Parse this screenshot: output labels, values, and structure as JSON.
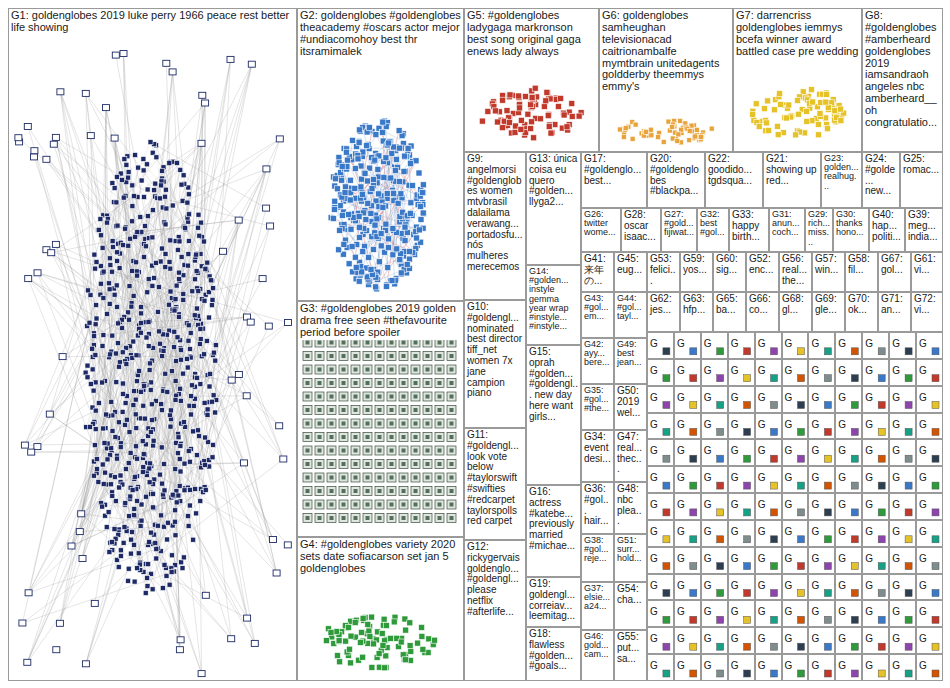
{
  "diagram": {
    "nodes": [
      {
        "text": [
          "G1: goldenglobes 2019 luke perry 1966 peace rest better life showing"
        ]
      },
      {
        "text": [
          "G2: goldenglobes #goldenglobes theacademy #oscars actor mejor #undiacomohoy best thr itsramimalek"
        ]
      },
      {
        "text": [
          "G3: #goldenglobes 2019 golden drama free seen #thefavourite period before spoiler"
        ]
      },
      {
        "text": [
          "G4: #goldenglobes variety 2020 sets date sofiacarson set jan 5 goldenglobes"
        ]
      },
      {
        "text": [
          "G5: #goldenglobes ladygaga markronson best song original gaga enews lady always"
        ]
      },
      {
        "text": [
          "G6: goldenglobes samheughan televisionacad caitrionambalfe mymtbrain unitedagents goldderby theemmys emmy's"
        ]
      },
      {
        "text": [
          "G7: darrencriss goldenglobes iemmys bcefa winner award battled case pre wedding"
        ]
      },
      {
        "text": [
          "G8: #goldenglobes #amberheard goldenglobes 2019 iamsandraoh angeles nbc amberheard__ oh congratulatio..."
        ]
      },
      {
        "text": [
          "G9: angelmorsi #goldenglobes women mtvbrasil dalailama verawang... portadosfu... nós mulheres merecemos"
        ]
      },
      {
        "text": [
          "G10: #goldengl... nominated best director tiff_net women 7x jane campion piano"
        ]
      },
      {
        "text": [
          "G11: #goldengl... look vote below #taylorswift #swifties #redcarpet taylorspolls red carpet"
        ]
      },
      {
        "text": [
          "G12: rickygervais goldenglo... #goldengl... please netflix #afterlife..."
        ]
      },
      {
        "text": [
          "G13: única coisa eu quero #golden... llyga2..."
        ]
      },
      {
        "text": [
          "G14: #golden... instyle gemma year wrap #instyle... #instyle..."
        ]
      },
      {
        "text": [
          "G15: oprah #golden... #goldengl... new day here want girls..."
        ]
      },
      {
        "text": [
          "G16: actress #katebe... previously married #michae..."
        ]
      },
      {
        "text": [
          "G19: goldengl... correiav... leemitag..."
        ]
      },
      {
        "text": [
          "G18: flawless #golden... #goals..."
        ]
      },
      {
        "text": [
          "G17: #goldenglo... best..."
        ]
      },
      {
        "text": [
          "G20: #goldenglobes #blackpa..."
        ]
      },
      {
        "text": [
          "G22: goodido... tgdsqua..."
        ]
      },
      {
        "text": [
          "G21: showing up red..."
        ]
      },
      {
        "text": [
          "G23: golden... realhug..."
        ]
      },
      {
        "text": [
          "G24: #golde... new..."
        ]
      },
      {
        "text": [
          "G25: romac..."
        ]
      },
      {
        "text": [
          "G26: twitter wome..."
        ]
      },
      {
        "text": [
          "G28: oscar isaac..."
        ]
      },
      {
        "text": [
          "G27: #gold... fijiwat..."
        ]
      },
      {
        "text": [
          "G32: best #gol..."
        ]
      },
      {
        "text": [
          "G33: happy birth..."
        ]
      },
      {
        "text": [
          "G31: anun... coch..."
        ]
      },
      {
        "text": [
          "G29: rich... miss..."
        ]
      },
      {
        "text": [
          "G30: thanks hono..."
        ]
      },
      {
        "text": [
          "G40: hap... politi..."
        ]
      },
      {
        "text": [
          "G39: meg... india..."
        ]
      },
      {
        "text": [
          "G41: 来年 の..."
        ]
      },
      {
        "text": [
          "G45: eug..."
        ]
      },
      {
        "text": [
          "G53: felici..."
        ]
      },
      {
        "text": [
          "G59: yos..."
        ]
      },
      {
        "text": [
          "G60: sig..."
        ]
      },
      {
        "text": [
          "G52: enc..."
        ]
      },
      {
        "text": [
          "G56: real... the..."
        ]
      },
      {
        "text": [
          "G57: win..."
        ]
      },
      {
        "text": [
          "G58: fil..."
        ]
      },
      {
        "text": [
          "G67: gol..."
        ]
      },
      {
        "text": [
          "G61: vi..."
        ]
      },
      {
        "text": [
          "G43: #gol... em..."
        ]
      },
      {
        "text": [
          "G42: ayy... bere..."
        ]
      },
      {
        "text": [
          "G35: #gol... #the..."
        ]
      },
      {
        "text": [
          "G34: event desi..."
        ]
      },
      {
        "text": [
          "G36: #gol... hair..."
        ]
      },
      {
        "text": [
          "G38: #gol... reje..."
        ]
      },
      {
        "text": [
          "G37: elsie... a24..."
        ]
      },
      {
        "text": [
          "G46: gold... cam..."
        ]
      },
      {
        "text": [
          "G44: #gol... tayl..."
        ]
      },
      {
        "text": [
          "G49: best jean..."
        ]
      },
      {
        "text": [
          "G50: 2019 wel..."
        ]
      },
      {
        "text": [
          "G47: real... thec..."
        ]
      },
      {
        "text": [
          "G48: nbc plea..."
        ]
      },
      {
        "text": [
          "G51: surr... hold..."
        ]
      },
      {
        "text": [
          "G54: cha..."
        ]
      },
      {
        "text": [
          "G55: put... sa..."
        ]
      },
      {
        "text": [
          "G62: jes..."
        ]
      },
      {
        "text": [
          "G63: hfp..."
        ]
      },
      {
        "text": [
          "G65: ba..."
        ]
      },
      {
        "text": [
          "G66: co..."
        ]
      },
      {
        "text": [
          "G68: gl..."
        ]
      },
      {
        "text": [
          "G69: gle..."
        ]
      },
      {
        "text": [
          "G70: ok..."
        ]
      },
      {
        "text": [
          "G71: an..."
        ]
      },
      {
        "text": [
          "G72: vi..."
        ]
      },
      {
        "text": [
          "G"
        ]
      },
      {
        "text": [
          "G"
        ]
      },
      {
        "text": [
          "G"
        ]
      },
      {
        "text": [
          "G"
        ]
      },
      {
        "text": [
          "G"
        ]
      },
      {
        "text": [
          "G"
        ]
      },
      {
        "text": [
          "G"
        ]
      },
      {
        "text": [
          "G"
        ]
      },
      {
        "text": [
          "G"
        ]
      },
      {
        "text": [
          "G"
        ]
      },
      {
        "text": [
          "G"
        ]
      },
      {
        "text": [
          "G"
        ]
      },
      {
        "text": [
          "G"
        ]
      },
      {
        "text": [
          "G"
        ]
      },
      {
        "text": [
          "G"
        ]
      },
      {
        "text": [
          "G"
        ]
      },
      {
        "text": [
          "G"
        ]
      },
      {
        "text": [
          "G"
        ]
      },
      {
        "text": [
          "G"
        ]
      },
      {
        "text": [
          "G"
        ]
      },
      {
        "text": [
          "G"
        ]
      },
      {
        "text": [
          "G"
        ]
      },
      {
        "text": [
          "G"
        ]
      },
      {
        "text": [
          "G"
        ]
      },
      {
        "text": [
          "G"
        ]
      },
      {
        "text": [
          "G"
        ]
      },
      {
        "text": [
          "G"
        ]
      },
      {
        "text": [
          "G"
        ]
      },
      {
        "text": [
          "G"
        ]
      },
      {
        "text": [
          "G"
        ]
      },
      {
        "text": [
          "G"
        ]
      },
      {
        "text": [
          "G"
        ]
      },
      {
        "text": [
          "G"
        ]
      },
      {
        "text": [
          "G"
        ]
      },
      {
        "text": [
          "G"
        ]
      },
      {
        "text": [
          "G"
        ]
      },
      {
        "text": [
          "G"
        ]
      },
      {
        "text": [
          "G"
        ]
      },
      {
        "text": [
          "G"
        ]
      },
      {
        "text": [
          "G"
        ]
      },
      {
        "text": [
          "G"
        ]
      },
      {
        "text": [
          "G"
        ]
      },
      {
        "text": [
          "G"
        ]
      },
      {
        "text": [
          "G"
        ]
      },
      {
        "text": [
          "G"
        ]
      },
      {
        "text": [
          "G"
        ]
      },
      {
        "text": [
          "G"
        ]
      },
      {
        "text": [
          "G"
        ]
      },
      {
        "text": [
          "G"
        ]
      },
      {
        "text": [
          "G"
        ]
      },
      {
        "text": [
          "G"
        ]
      },
      {
        "text": [
          "G"
        ]
      },
      {
        "text": [
          "G"
        ]
      },
      {
        "text": [
          "G"
        ]
      },
      {
        "text": [
          "G"
        ]
      },
      {
        "text": [
          "G"
        ]
      },
      {
        "text": [
          "G"
        ]
      },
      {
        "text": [
          "G"
        ]
      },
      {
        "text": [
          "G"
        ]
      },
      {
        "text": [
          "G"
        ]
      },
      {
        "text": [
          "G"
        ]
      },
      {
        "text": [
          "G"
        ]
      },
      {
        "text": [
          "G"
        ]
      },
      {
        "text": [
          "G"
        ]
      },
      {
        "text": [
          "G"
        ]
      },
      {
        "text": [
          "G"
        ]
      },
      {
        "text": [
          "G"
        ]
      },
      {
        "text": [
          "G"
        ]
      },
      {
        "text": [
          "G"
        ]
      },
      {
        "text": [
          "G"
        ]
      },
      {
        "text": [
          "G"
        ]
      },
      {
        "text": [
          "G"
        ]
      },
      {
        "text": [
          "G"
        ]
      },
      {
        "text": [
          "G"
        ]
      },
      {
        "text": [
          "G"
        ]
      },
      {
        "text": [
          "G"
        ]
      },
      {
        "text": [
          "G"
        ]
      },
      {
        "text": [
          "G"
        ]
      },
      {
        "text": [
          "G"
        ]
      },
      {
        "text": [
          "G"
        ]
      },
      {
        "text": [
          "G"
        ]
      },
      {
        "text": [
          "G"
        ]
      },
      {
        "text": [
          "G"
        ]
      },
      {
        "text": [
          "G"
        ]
      },
      {
        "text": [
          "G"
        ]
      },
      {
        "text": [
          "G"
        ]
      },
      {
        "text": [
          "G"
        ]
      },
      {
        "text": [
          "G"
        ]
      },
      {
        "text": [
          "G"
        ]
      },
      {
        "text": [
          "G"
        ]
      },
      {
        "text": [
          "G"
        ]
      },
      {
        "text": [
          "G"
        ]
      },
      {
        "text": [
          "G"
        ]
      },
      {
        "text": [
          "G"
        ]
      },
      {
        "text": [
          "G"
        ]
      },
      {
        "text": [
          "G"
        ]
      },
      {
        "text": [
          "G"
        ]
      },
      {
        "text": [
          "G"
        ]
      },
      {
        "text": [
          "G"
        ]
      },
      {
        "text": [
          "G"
        ]
      },
      {
        "text": [
          "G"
        ]
      },
      {
        "text": [
          "G"
        ]
      },
      {
        "text": [
          "G"
        ]
      },
      {
        "text": [
          "G"
        ]
      },
      {
        "text": [
          "G"
        ]
      },
      {
        "text": [
          "G"
        ]
      },
      {
        "text": [
          "G"
        ]
      },
      {
        "text": [
          "G"
        ]
      },
      {
        "text": [
          "G"
        ]
      },
      {
        "text": [
          "G"
        ]
      },
      {
        "text": [
          "G"
        ]
      },
      {
        "text": [
          "G"
        ]
      },
      {
        "text": [
          "G"
        ]
      },
      {
        "text": [
          "G"
        ]
      },
      {
        "text": [
          "G"
        ]
      },
      {
        "text": [
          "G"
        ]
      },
      {
        "text": [
          "G"
        ]
      },
      {
        "text": [
          "G"
        ]
      },
      {
        "text": [
          "G"
        ]
      },
      {
        "text": [
          "G"
        ]
      },
      {
        "text": [
          "G"
        ]
      },
      {
        "text": [
          "G"
        ]
      },
      {
        "text": [
          "G"
        ]
      },
      {
        "text": [
          "G"
        ]
      },
      {
        "text": [
          "G"
        ]
      },
      {
        "text": [
          "G"
        ]
      },
      {
        "text": [
          "G"
        ]
      },
      {
        "text": [
          "G"
        ]
      },
      {
        "text": [
          "G"
        ]
      },
      {
        "text": [
          "G"
        ]
      },
      {
        "text": [
          "G"
        ]
      },
      {
        "text": [
          "G"
        ]
      },
      {
        "text": [
          "G"
        ]
      },
      {
        "text": [
          "G"
        ]
      },
      {
        "text": [
          "G"
        ]
      },
      {
        "text": [
          "G"
        ]
      },
      {
        "text": [
          "G"
        ]
      },
      {
        "text": [
          "G"
        ]
      },
      {
        "text": [
          "G"
        ]
      },
      {
        "text": [
          "G"
        ]
      },
      {
        "text": [
          "G"
        ]
      },
      {
        "text": [
          "G"
        ]
      },
      {
        "text": [
          "G"
        ]
      }
    ]
  }
}
